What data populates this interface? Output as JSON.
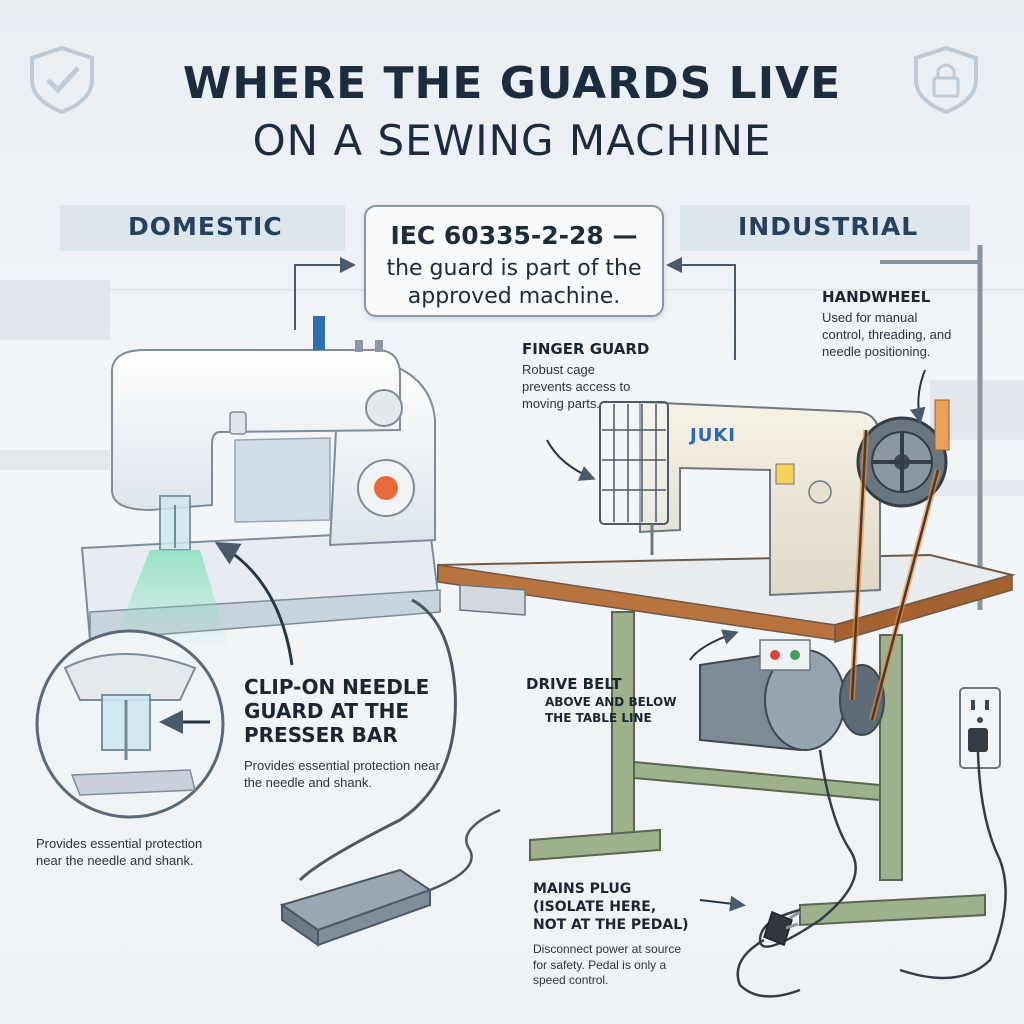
{
  "title": {
    "line1": "WHERE THE GUARDS LIVE",
    "line2": "ON A SEWING MACHINE"
  },
  "sections": {
    "domestic": "DOMESTIC",
    "industrial": "INDUSTRIAL"
  },
  "standard": {
    "code": "IEC 60335-2-28 —",
    "text_line1": "the guard is part of the",
    "text_line2": "approved machine."
  },
  "callouts": {
    "handwheel": {
      "title": "HANDWHEEL",
      "text": "Used for manual control, threading, and needle positioning."
    },
    "finger_guard": {
      "title": "FINGER GUARD",
      "text": "Robust cage prevents access to moving parts."
    },
    "needle_guard": {
      "title_line1": "CLIP-ON NEEDLE",
      "title_line2": "GUARD AT THE",
      "title_line3": "PRESSER BAR",
      "text": "Provides essential protection near the needle and shank."
    },
    "inset_note": "Provides essential protection near the needle and shank.",
    "drive_belt": {
      "title": "DRIVE BELT",
      "subtitle_line1": "ABOVE AND BELOW",
      "subtitle_line2": "THE TABLE LINE"
    },
    "mains_plug": {
      "title_line1": "MAINS PLUG",
      "title_line2": "(ISOLATE HERE,",
      "title_line3": "NOT AT THE PEDAL)",
      "text": "Disconnect power at source for safety. Pedal is only a speed control."
    }
  },
  "machine_brand": "JUKI",
  "colors": {
    "title": "#1c2b3d",
    "section": "#24415e",
    "table_top": "#b8733f",
    "stand": "#9fb08c",
    "guard_glow": "#7fe0b8",
    "highlight": "#f08a3a"
  },
  "icons": {
    "top_left": "shield-check-icon",
    "top_right": "shield-lock-icon",
    "socket": "wall-socket-icon"
  }
}
